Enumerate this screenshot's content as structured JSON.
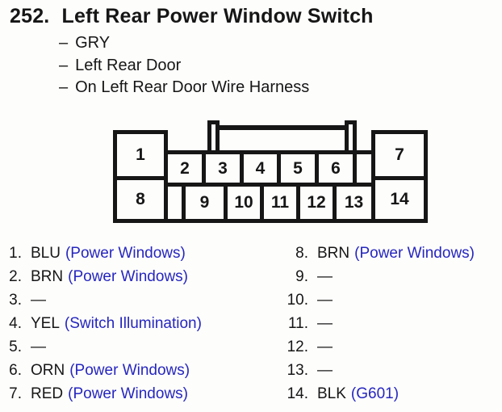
{
  "colors": {
    "text": "#161616",
    "line": "#161616",
    "accent_blue": "#2626bf"
  },
  "header": {
    "number": "252.",
    "title": "Left Rear Power Window Switch"
  },
  "notes": {
    "dash": "–",
    "items": [
      "GRY",
      "Left Rear Door",
      "On Left Rear Door Wire Harness"
    ]
  },
  "connector": {
    "cells": [
      "1",
      "2",
      "3",
      "4",
      "5",
      "6",
      "7",
      "8",
      "9",
      "10",
      "11",
      "12",
      "13",
      "14"
    ]
  },
  "pins": {
    "left": [
      {
        "num": "1.",
        "wire": "BLU",
        "desc": "(Power Windows)"
      },
      {
        "num": "2.",
        "wire": "BRN",
        "desc": "(Power Windows)"
      },
      {
        "num": "3.",
        "wire": "—",
        "desc": ""
      },
      {
        "num": "4.",
        "wire": "YEL",
        "desc": "(Switch Illumination)"
      },
      {
        "num": "5.",
        "wire": "—",
        "desc": ""
      },
      {
        "num": "6.",
        "wire": "ORN",
        "desc": "(Power Windows)"
      },
      {
        "num": "7.",
        "wire": "RED",
        "desc": "(Power Windows)"
      }
    ],
    "right": [
      {
        "num": "8.",
        "wire": "BRN",
        "desc": "(Power Windows)"
      },
      {
        "num": "9.",
        "wire": "—",
        "desc": ""
      },
      {
        "num": "10.",
        "wire": "—",
        "desc": ""
      },
      {
        "num": "11.",
        "wire": "—",
        "desc": ""
      },
      {
        "num": "12.",
        "wire": "—",
        "desc": ""
      },
      {
        "num": "13.",
        "wire": "—",
        "desc": ""
      },
      {
        "num": "14.",
        "wire": "BLK",
        "desc": "(G601)"
      }
    ]
  }
}
